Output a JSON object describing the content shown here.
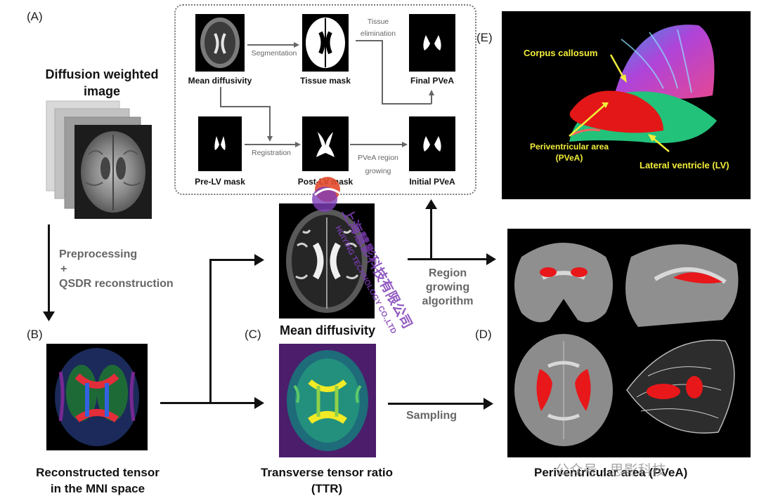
{
  "labels": {
    "a": "(A)",
    "b": "(B)",
    "c": "(C)",
    "d": "(D)",
    "e": "(E)"
  },
  "dwi": {
    "title_line1": "Diffusion weighted",
    "title_line2": "image"
  },
  "steps": {
    "preprocessing_line1": "Preprocessing",
    "preprocessing_line2": "+",
    "preprocessing_line3": "QSDR reconstruction",
    "region_growing_line1": "Region growing",
    "region_growing_line2": "algorithm",
    "sampling": "Sampling"
  },
  "captions": {
    "tensor_line1": "Reconstructed tensor",
    "tensor_line2": "in the MNI space",
    "md": "Mean diffusivity",
    "ttr_line1": "Transverse tensor ratio",
    "ttr_line2": "(TTR)",
    "pvea": "Periventricular area (PVeA)"
  },
  "pipeline": {
    "mean_diffusivity": "Mean diffusivity",
    "segmentation": "Segmentation",
    "tissue_mask": "Tissue mask",
    "tissue_elim_line1": "Tissue",
    "tissue_elim_line2": "elimination",
    "final_pvea": "Final PVeA",
    "pre_lv_mask": "Pre-LV mask",
    "registration": "Registration",
    "post_lv_mask": "Post-LV mask",
    "region_grow_line1": "PVeA region",
    "region_grow_line2": "growing",
    "initial_pvea": "Initial PVeA"
  },
  "panel_e": {
    "corpus_callosum": "Corpus callosum",
    "periventricular_line1": "Periventricular area",
    "periventricular_line2": "(PVeA)",
    "lateral_ventricle": "Lateral ventricle (LV)"
  },
  "watermark": {
    "cn": "上海慧影科技有限公司",
    "en": "HUIYING TECHNOLOGY CO.,LTD",
    "account": "公众号 · 思影科技"
  },
  "colors": {
    "label_yellow": "#f2ee3a",
    "pvea_red": "#e8171a",
    "watermark_purple": "#7e3db6"
  }
}
